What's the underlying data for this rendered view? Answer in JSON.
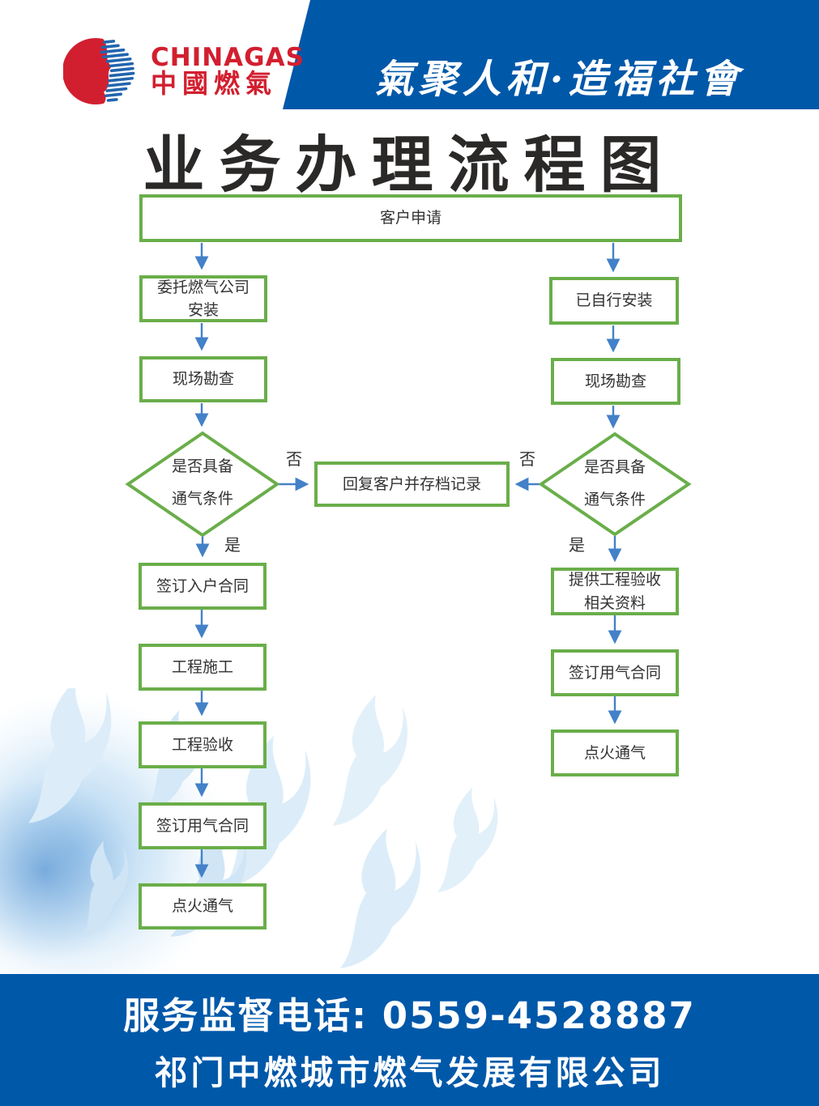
{
  "brand": {
    "logo_en": "CHINAGAS",
    "logo_zh": "中國燃氣",
    "slogan": "氣聚人和·造福社會"
  },
  "title": "业务办理流程图",
  "flowchart": {
    "nodes": {
      "apply": "客户申请",
      "entrust": "委托燃气公司安装",
      "self_installed": "已自行安装",
      "survey_left": "现场勘查",
      "survey_right": "现场勘查",
      "decision_left": "是否具备\n通气条件",
      "decision_right": "是否具备\n通气条件",
      "reply": "回复客户并存档记录",
      "sign_entry": "签订入户合同",
      "construction": "工程施工",
      "acceptance": "工程验收",
      "sign_gas_left": "签订用气合同",
      "ignite_left": "点火通气",
      "provide_docs": "提供工程验收相关资料",
      "sign_gas_right": "签订用气合同",
      "ignite_right": "点火通气"
    },
    "labels": {
      "yes": "是",
      "no": "否"
    }
  },
  "footer": {
    "hotline": "服务监督电话: 0559-4528887",
    "company": "祁门中燃城市燃气发展有限公司"
  },
  "colors": {
    "banner_blue": "#0058a9",
    "footer_blue": "#0058a9",
    "box_green": "#6aae4a",
    "arrow_blue": "#4381c8",
    "logo_red": "#d21f2f",
    "logo_stripe_blue": "#2265ae",
    "text_dark": "#333333",
    "watermark_blue": "#d9eaf8"
  }
}
